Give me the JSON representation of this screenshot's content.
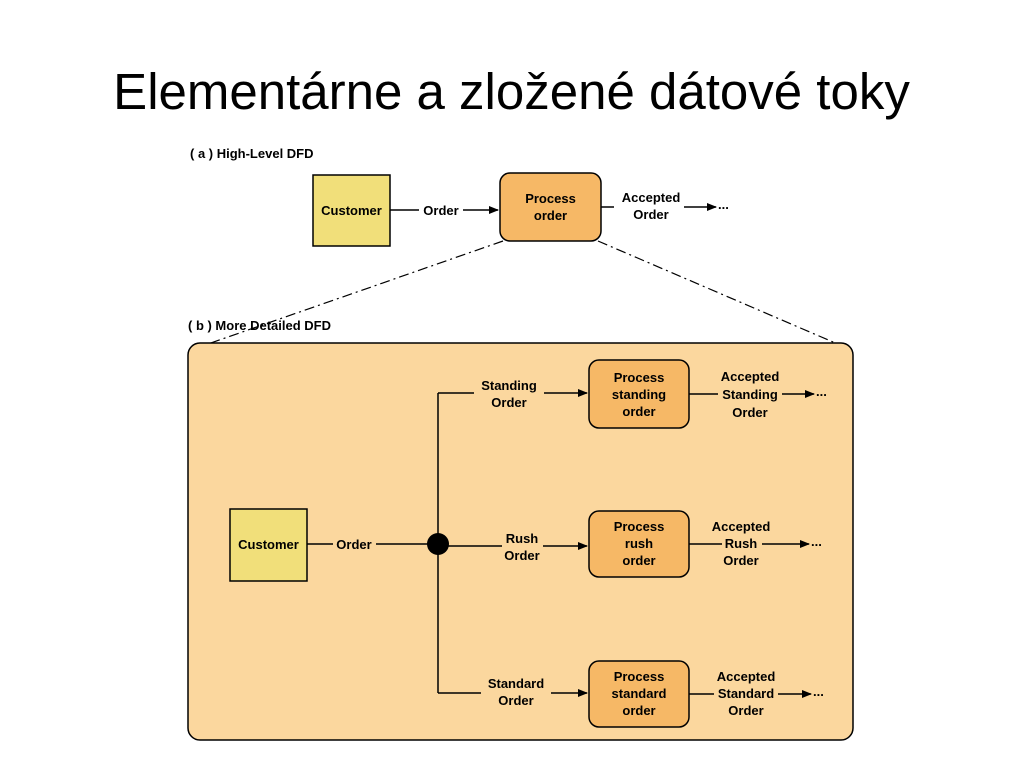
{
  "title": "Elementárne a zložené dátové toky",
  "colors": {
    "entity_fill": "#f1df7a",
    "process_fill": "#f6b866",
    "detail_bg": "#fbd79e",
    "line": "#000000"
  },
  "section_a": {
    "label": "( a ) High-Level DFD",
    "customer": "Customer",
    "order": "Order",
    "process_lines": [
      "Process",
      "order"
    ],
    "output_lines": [
      "Accepted",
      "Order"
    ],
    "continuation": "..."
  },
  "section_b": {
    "label": "( b ) More Detailed DFD",
    "customer": "Customer",
    "order": "Order",
    "branches": [
      {
        "flow_lines": [
          "Standing",
          "Order"
        ],
        "process_lines": [
          "Process",
          "standing",
          "order"
        ],
        "output_lines": [
          "Accepted",
          "Standing",
          "Order"
        ],
        "continuation": "..."
      },
      {
        "flow_lines": [
          "Rush",
          "Order"
        ],
        "process_lines": [
          "Process",
          "rush",
          "order"
        ],
        "output_lines": [
          "Accepted",
          "Rush",
          "Order"
        ],
        "continuation": "..."
      },
      {
        "flow_lines": [
          "Standard",
          "Order"
        ],
        "process_lines": [
          "Process",
          "standard",
          "order"
        ],
        "output_lines": [
          "Accepted",
          "Standard",
          "Order"
        ],
        "continuation": "..."
      }
    ]
  }
}
